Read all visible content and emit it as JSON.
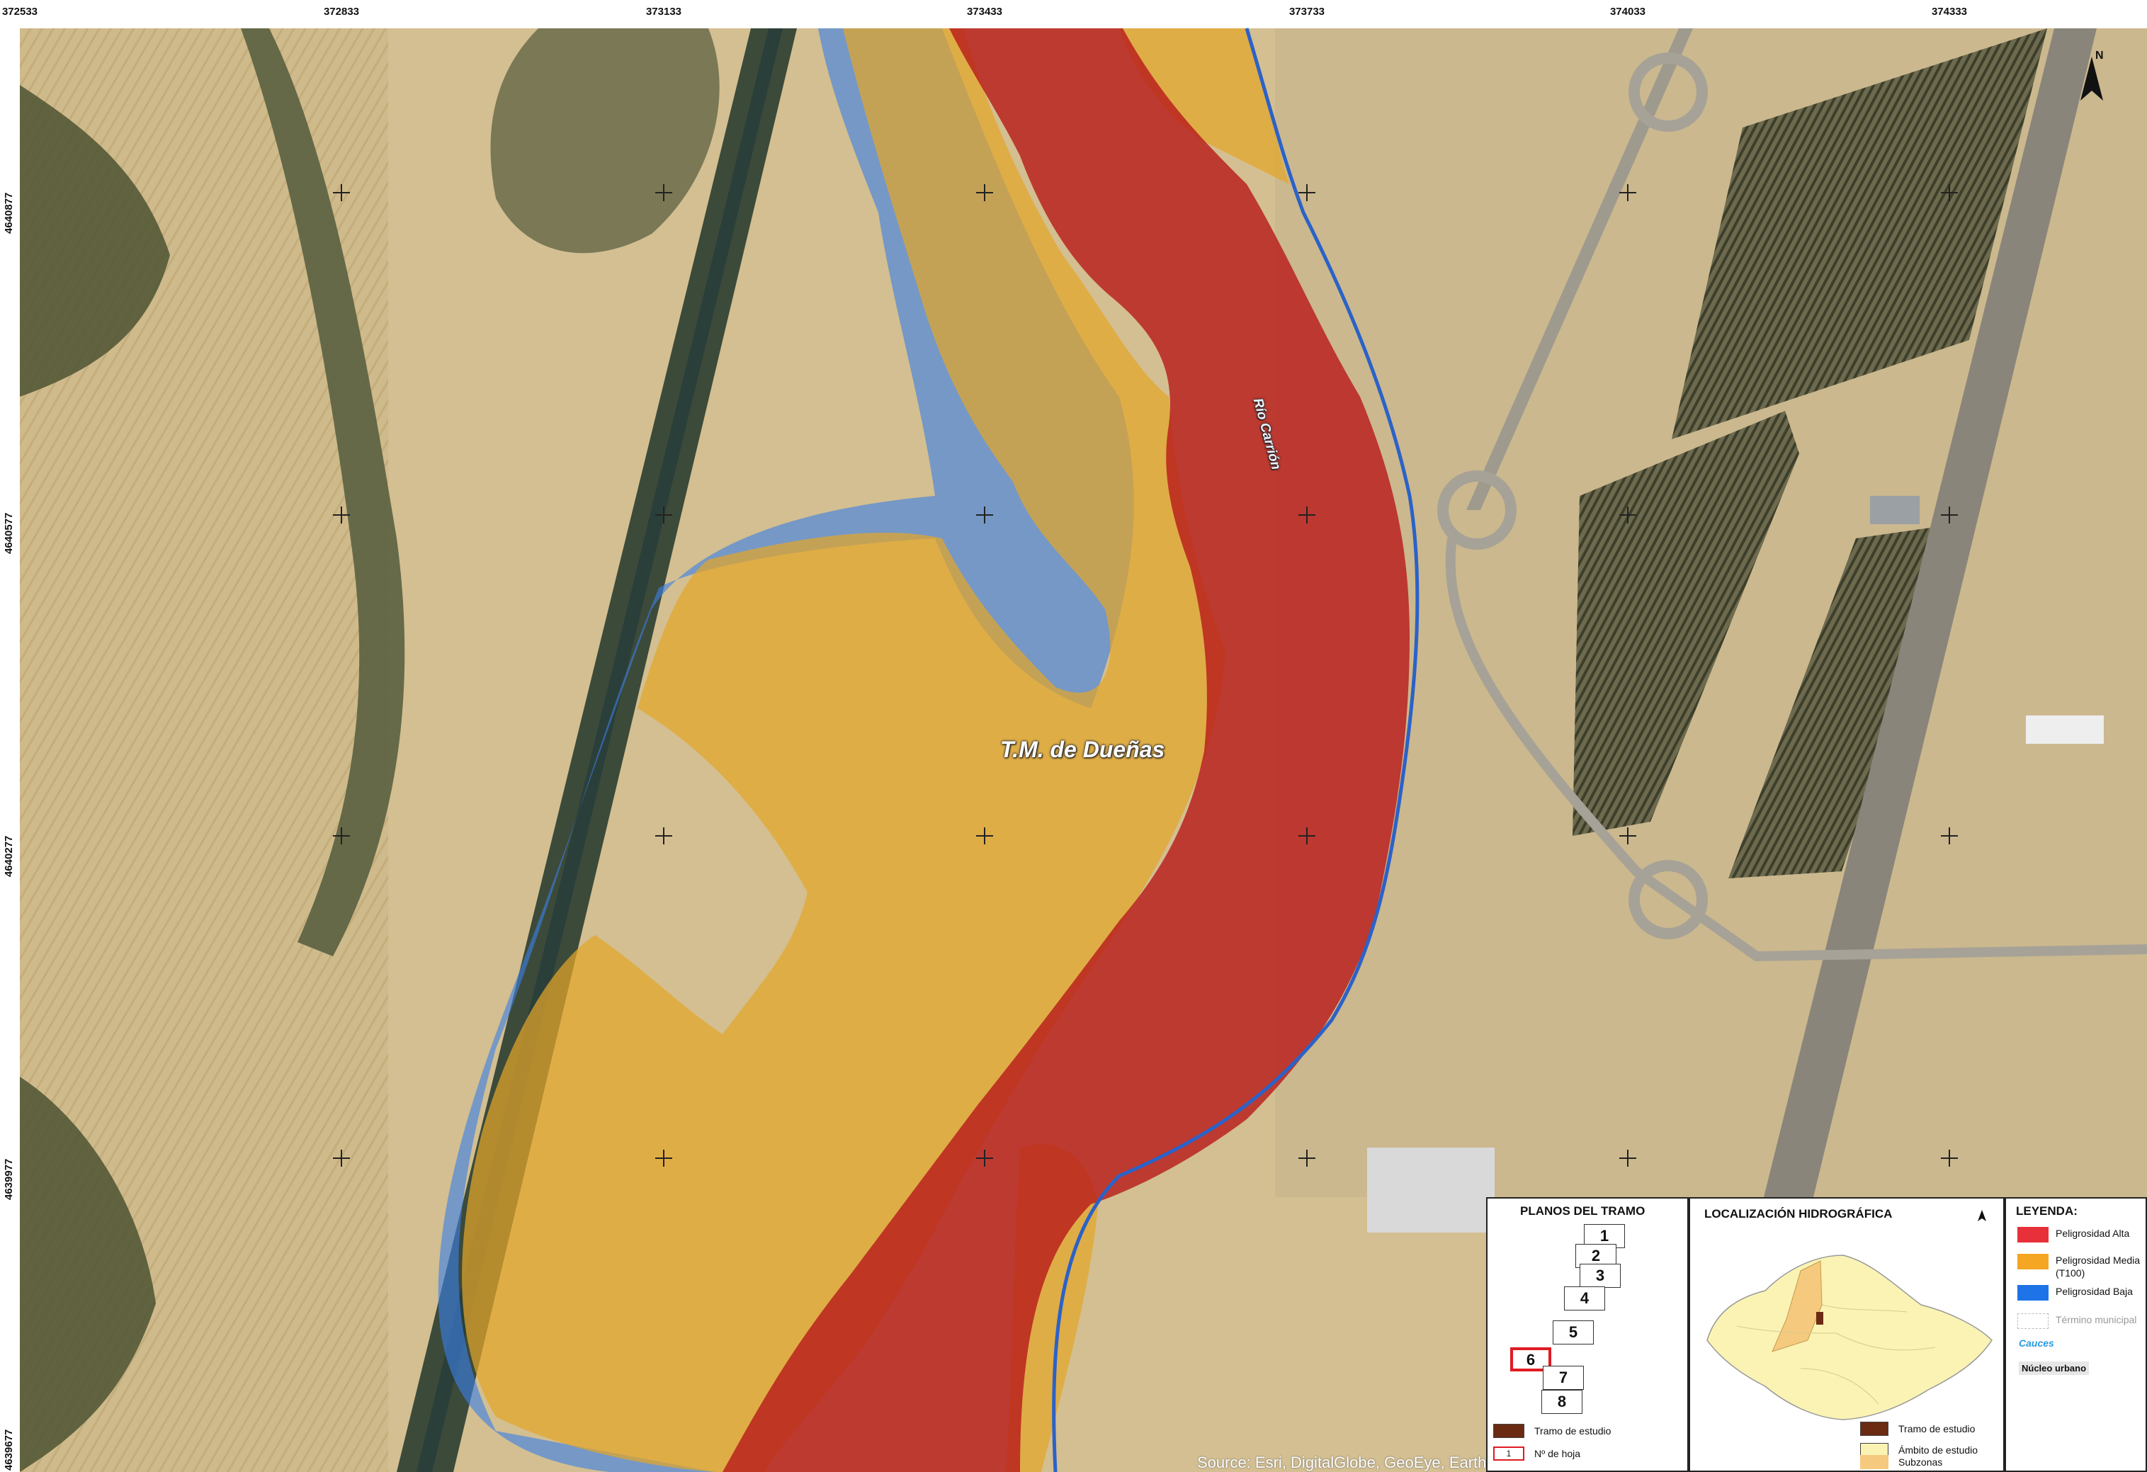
{
  "map": {
    "x_ticks": [
      "372533",
      "372833",
      "373133",
      "373433",
      "373733",
      "374033",
      "374333"
    ],
    "y_ticks": [
      "4640877",
      "4640577",
      "4640277",
      "4639977",
      "4639677"
    ],
    "place_label": "T.M. de Dueñas",
    "river_label": "Río Carrión",
    "source": "Source: Esri, DigitalGlobe, GeoEye, Earths",
    "north_label": "N",
    "colors": {
      "hazard_high": "#c41e1e",
      "hazard_medium": "#e0a22a",
      "hazard_low": "#3a7fe0",
      "field": "#cdb889",
      "forest": "#4f5735"
    }
  },
  "planos": {
    "title": "PLANOS DEL TRAMO",
    "sheets": [
      "1",
      "2",
      "3",
      "4",
      "5",
      "6",
      "7",
      "8"
    ],
    "active_sheet": "6",
    "legend_tramo": "Tramo de estudio",
    "legend_hoja": "Nº de hoja",
    "legend_hoja_sample": "1"
  },
  "localizacion": {
    "title": "LOCALIZACIÓN HIDROGRÁFICA",
    "legend": [
      "Tramo de estudio",
      "Ámbito de estudio",
      "Subzonas"
    ],
    "colors": {
      "tramo": "#6b2a12",
      "ambito": "#faf3b4",
      "subzonas": "#f5c97e"
    }
  },
  "leyenda": {
    "title": "LEYENDA:",
    "items": [
      {
        "label": "Peligrosidad Alta",
        "color": "#e8303a"
      },
      {
        "label": "Peligrosidad Media (T100)",
        "color": "#f5a623"
      },
      {
        "label": "Peligrosidad Baja",
        "color": "#1e73e8"
      }
    ],
    "termino": "Término municipal",
    "cauces": "Cauces",
    "nucleo": "Núcleo urbano"
  }
}
